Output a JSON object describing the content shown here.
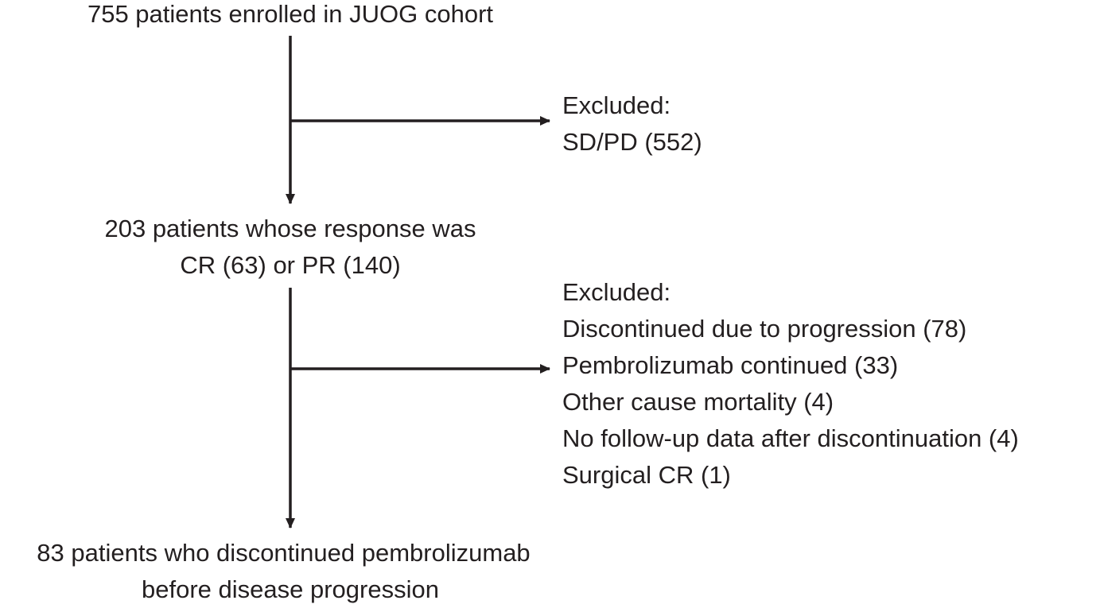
{
  "nodes": {
    "enrolled": {
      "line1": "755 patients enrolled in JUOG cohort"
    },
    "responders": {
      "line1": "203 patients whose response was",
      "line2": "CR (63) or PR (140)"
    },
    "final": {
      "line1": "83 patients who discontinued pembrolizumab",
      "line2": "before disease progression"
    }
  },
  "exclusions": [
    {
      "heading": "Excluded:",
      "items": [
        "SD/PD (552)"
      ]
    },
    {
      "heading": "Excluded:",
      "items": [
        "Discontinued due to progression (78)",
        "Pembrolizumab continued (33)",
        "Other cause mortality (4)",
        "No follow-up data after discontinuation (4)",
        "Surgical CR (1)"
      ]
    }
  ],
  "colors": {
    "text": "#231f20",
    "arrow": "#231f20",
    "background": "#ffffff"
  }
}
